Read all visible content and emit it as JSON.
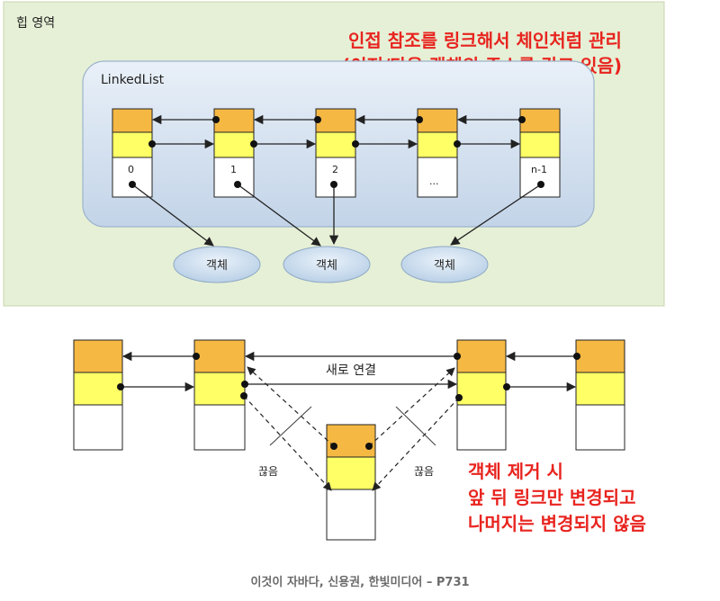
{
  "heap": {
    "title": "힙 영역",
    "container_label": "LinkedList",
    "note_line1": "인접 참조를 링크해서 체인처럼 관리",
    "note_line2": "(이전/다음 객체의 주소를 갖고 있음)",
    "node_indices": [
      "0",
      "1",
      "2",
      "...",
      "n-1"
    ],
    "object_labels": [
      "객체",
      "객체",
      "객체"
    ]
  },
  "removal": {
    "new_link_label": "새로 연결",
    "cut_label_left": "끊음",
    "cut_label_right": "끊음",
    "note_line1": "객체 제거 시",
    "note_line2": "앞 뒤 링크만 변경되고",
    "note_line3": "나머지는 변경되지 않음"
  },
  "credit": "이것이 자바다, 신용권, 한빛미디어 – P731",
  "colors": {
    "heap_fill": "#e6f0d6",
    "heap_border": "#c8d4b0",
    "container_fill": "#d4e1f0",
    "container_border": "#9db3cc",
    "prev_fill": "#f5b843",
    "next_fill": "#ffff66",
    "node_border": "#222222",
    "ellipse_fill": "#c5d8ec",
    "note_red": "#e8241f"
  }
}
